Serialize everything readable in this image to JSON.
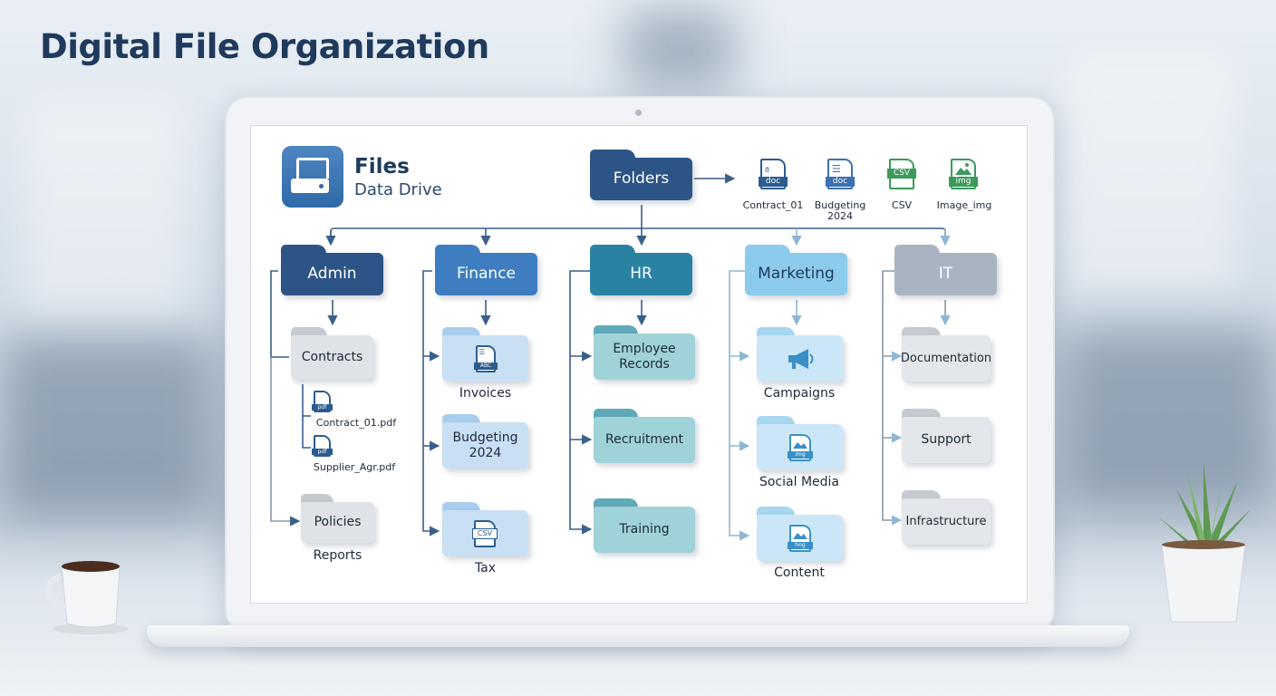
{
  "page_title": "Digital File Organization",
  "app": {
    "title": "Files",
    "subtitle": "Data Drive"
  },
  "root": {
    "label": "Folders"
  },
  "root_files": [
    {
      "label": "Contract_01",
      "badge": "doc",
      "icon": "pdf-file-icon",
      "color": "#2c5c8f"
    },
    {
      "label": "Budgeting 2024",
      "badge": "doc",
      "icon": "document-file-icon",
      "color": "#3a6fb3"
    },
    {
      "label": "CSV",
      "badge": "CSV",
      "icon": "csv-file-icon",
      "color": "#3b9a5a"
    },
    {
      "label": "Image_img",
      "badge": "img",
      "icon": "image-file-icon",
      "color": "#3b9a5a"
    }
  ],
  "departments": [
    {
      "label": "Admin",
      "color": "#2d5486",
      "children": [
        {
          "label": "Contracts",
          "caption": "",
          "files": [
            "Contract_01.pdf",
            "Supplier_Agr.pdf"
          ]
        },
        {
          "label": "Policies",
          "caption": "Reports"
        }
      ]
    },
    {
      "label": "Finance",
      "color": "#3e7ec0",
      "children": [
        {
          "label": "",
          "caption": "Invoices",
          "icon_badge": "ABC"
        },
        {
          "label": "Budgeting 2024",
          "caption": ""
        },
        {
          "label": "",
          "caption": "Tax",
          "icon_badge": "CSV"
        }
      ]
    },
    {
      "label": "HR",
      "color": "#2a82a3",
      "children": [
        {
          "label": "Employee Records"
        },
        {
          "label": "Recruitment"
        },
        {
          "label": "Training"
        }
      ]
    },
    {
      "label": "Marketing",
      "color": "#8ccbec",
      "children": [
        {
          "label": "",
          "caption": "Campaigns"
        },
        {
          "label": "",
          "caption": "Social Media",
          "icon_badge": "img"
        },
        {
          "label": "",
          "caption": "Content",
          "icon_badge": "hng"
        }
      ]
    },
    {
      "label": "IT",
      "color": "#a8b4c2",
      "children": [
        {
          "label": "Documentation"
        },
        {
          "label": "Support"
        },
        {
          "label": "Infrastructure"
        }
      ]
    }
  ],
  "colors": {
    "line": "#3a5f8a",
    "title": "#1f3a5c"
  }
}
